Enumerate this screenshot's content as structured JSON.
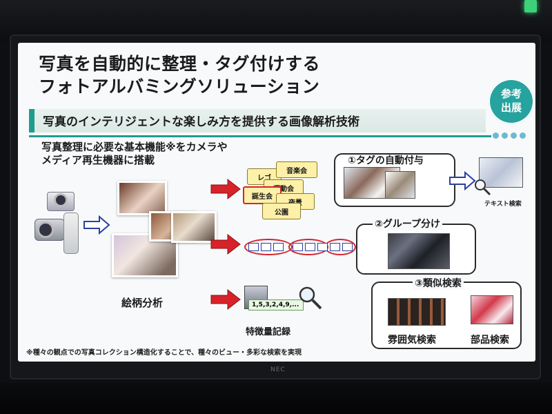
{
  "slide": {
    "title_line1": "写真を自動的に整理・タグ付けする",
    "title_line2": "フォトアルバミングソリューション",
    "badge_line1": "参考",
    "badge_line2": "出展",
    "subtitle": "写真のインテリジェントな楽しみ方を提供する画像解析技術",
    "intro_line1": "写真整理に必要な基本機能※をカメラや",
    "intro_line2": "メディア再生機器に搭載",
    "photo_caption": "絵柄分析",
    "folders": [
      "レゴ",
      "音楽会",
      "運動会",
      "誕生会",
      "夜景",
      "公園"
    ],
    "feature_record_label": "特徴量記録",
    "feature_numbers": "1,5,3,2,4,9,...",
    "box1_title": "①タグの自動付与",
    "box1_sub": "テキスト検索",
    "box2_title": "②グループ分け",
    "box3_title": "③類似検索",
    "box3_left": "雰囲気検索",
    "box3_right": "部品検索",
    "footnote": "※種々の観点での写真コレクション構造化することで、種々のビュー・多彩な検索を実現"
  },
  "monitor": {
    "brand": "NEC"
  },
  "colors": {
    "accent_teal": "#1e9d8f",
    "badge": "#27a39f",
    "arrow_red": "#d8222a",
    "arrow_blue_outline": "#2a3fa0",
    "folder_yellow": "#fdf0a8"
  }
}
